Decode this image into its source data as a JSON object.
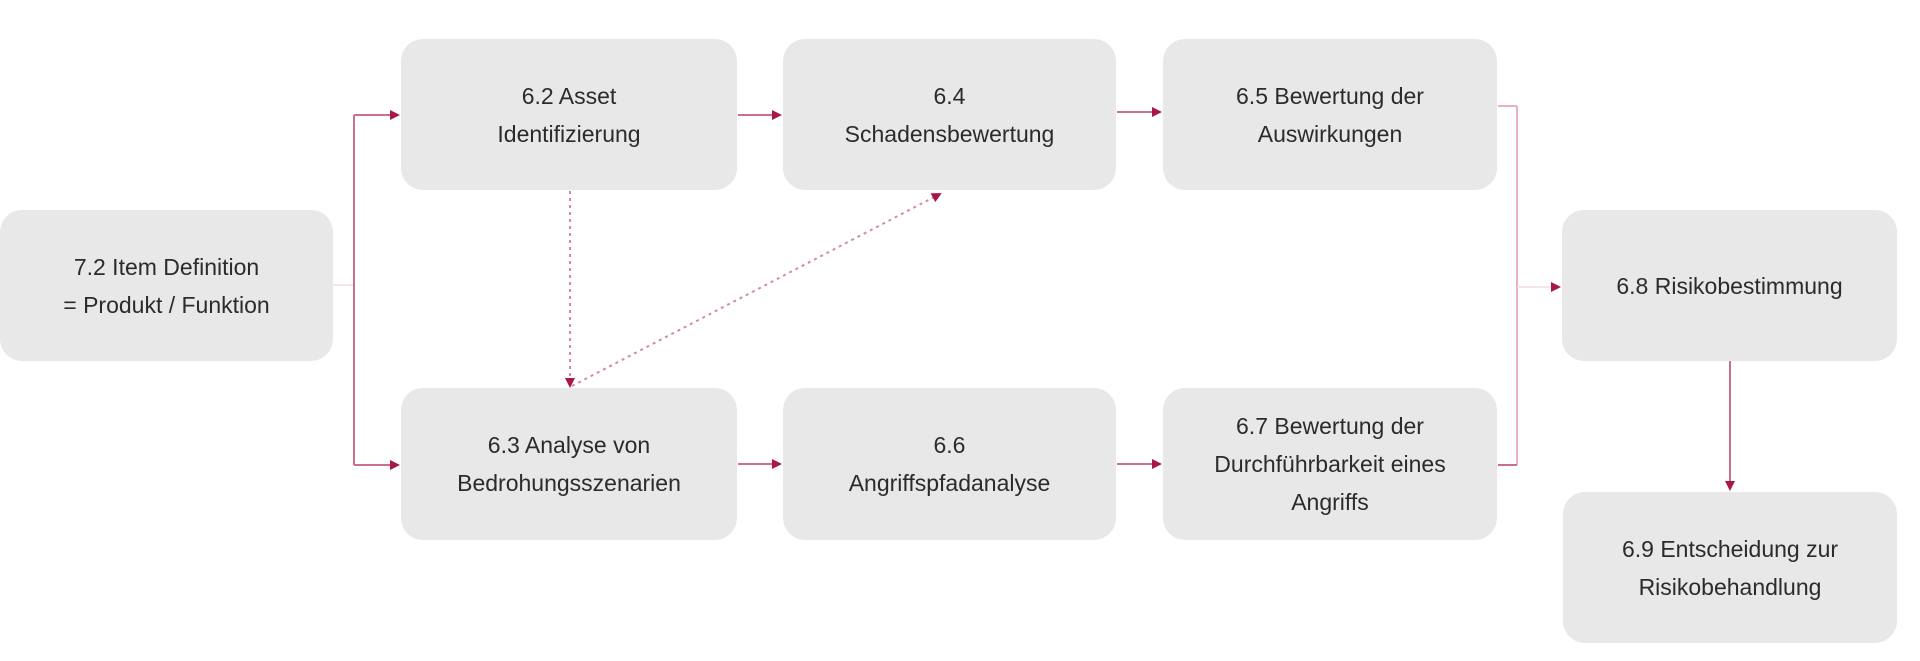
{
  "diagram": {
    "accent_color": "#a8174a",
    "box_color": "#e8e8e8",
    "nodes": {
      "item_definition": {
        "line1": "7.2 Item Definition",
        "line2": "= Produkt / Funktion"
      },
      "asset_identification": {
        "line1": "6.2 Asset",
        "line2": "Identifizierung"
      },
      "damage_assessment": {
        "line1": "6.4",
        "line2": "Schadensbewertung"
      },
      "impact_assessment": {
        "line1": "6.5 Bewertung der",
        "line2": "Auswirkungen"
      },
      "threat_analysis": {
        "line1": "6.3 Analyse von",
        "line2": "Bedrohungsszenarien"
      },
      "attack_path_analysis": {
        "line1": "6.6",
        "line2": "Angriffspfadanalyse"
      },
      "feasibility_assessment": {
        "line1": "6.7 Bewertung der",
        "line2": "Durchführbarkeit eines",
        "line3": "Angriffs"
      },
      "risk_determination": {
        "line1": "6.8 Risikobestimmung"
      },
      "risk_treatment": {
        "line1": "6.9 Entscheidung zur",
        "line2": "Risikobehandlung"
      }
    },
    "edges": [
      {
        "from": "7.2",
        "to": "6.2",
        "style": "solid"
      },
      {
        "from": "7.2",
        "to": "6.3",
        "style": "solid"
      },
      {
        "from": "6.2",
        "to": "6.4",
        "style": "solid"
      },
      {
        "from": "6.4",
        "to": "6.5",
        "style": "solid"
      },
      {
        "from": "6.2",
        "to": "6.3",
        "style": "dotted"
      },
      {
        "from": "6.3",
        "to": "6.4",
        "style": "dotted"
      },
      {
        "from": "6.3",
        "to": "6.6",
        "style": "solid"
      },
      {
        "from": "6.6",
        "to": "6.7",
        "style": "solid"
      },
      {
        "from": "6.5",
        "to": "6.8",
        "style": "solid"
      },
      {
        "from": "6.7",
        "to": "6.8",
        "style": "solid"
      },
      {
        "from": "6.8",
        "to": "6.9",
        "style": "solid"
      }
    ]
  }
}
